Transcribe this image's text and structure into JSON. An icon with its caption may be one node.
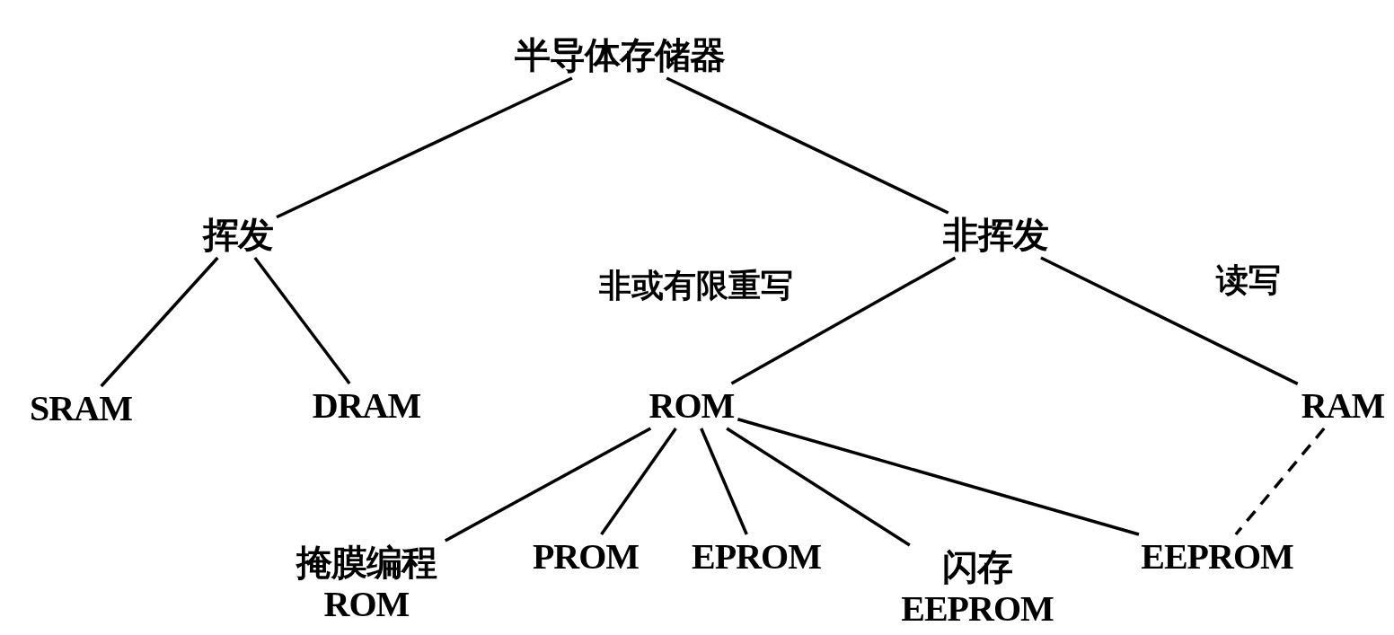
{
  "diagram": {
    "nodes": [
      {
        "text": [
          "半导体存储器"
        ]
      },
      {
        "text": [
          "挥发"
        ]
      },
      {
        "text": [
          "非挥发"
        ]
      },
      {
        "text": [
          "SRAM"
        ]
      },
      {
        "text": [
          "DRAM"
        ]
      },
      {
        "text": [
          "ROM"
        ]
      },
      {
        "text": [
          "RAM"
        ]
      },
      {
        "text": [
          "掩膜编程 ROM"
        ]
      },
      {
        "text": [
          "PROM"
        ]
      },
      {
        "text": [
          "EPROM"
        ]
      },
      {
        "text": [
          "闪存 EEPROM"
        ]
      },
      {
        "text": [
          "EEPROM"
        ]
      }
    ],
    "edges": [
      {
        "from": 0,
        "to": 1,
        "arrow": "none"
      },
      {
        "from": 0,
        "to": 2,
        "arrow": "none"
      },
      {
        "from": 1,
        "to": 3,
        "arrow": "none"
      },
      {
        "from": 1,
        "to": 4,
        "arrow": "none"
      },
      {
        "from": 2,
        "to": 5,
        "arrow": "none",
        "label": "非或有限重写"
      },
      {
        "from": 2,
        "to": 6,
        "arrow": "none",
        "label": "读写"
      },
      {
        "from": 5,
        "to": 7,
        "arrow": "none"
      },
      {
        "from": 5,
        "to": 8,
        "arrow": "none"
      },
      {
        "from": 5,
        "to": 9,
        "arrow": "none"
      },
      {
        "from": 5,
        "to": 10,
        "arrow": "none"
      },
      {
        "from": 5,
        "to": 11,
        "arrow": "none"
      },
      {
        "from": 6,
        "to": 11,
        "arrow": "none",
        "style": "dashed"
      }
    ]
  }
}
